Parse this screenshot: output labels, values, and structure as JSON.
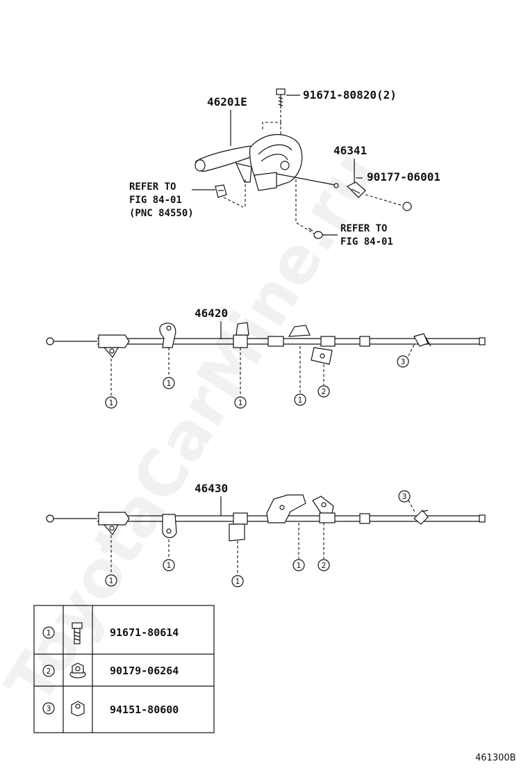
{
  "watermark": "ToyotaCarMine.ru",
  "upper_assembly": {
    "lever_part": "46201E",
    "bolt_part": "91671-80820(2)",
    "rod_part": "46341",
    "nut_part": "90177-06001",
    "refer_left": [
      "REFER TO",
      "FIG 84-01",
      "(PNC 84550)"
    ],
    "refer_right": [
      "REFER TO",
      "FIG 84-01"
    ]
  },
  "cable_1": {
    "part": "46420",
    "callouts": [
      "1",
      "1",
      "1",
      "1",
      "2",
      "3"
    ]
  },
  "cable_2": {
    "part": "46430",
    "callouts": [
      "1",
      "1",
      "1",
      "1",
      "2",
      "3"
    ]
  },
  "legend": {
    "rows": [
      {
        "key": "1",
        "icon": "bolt-icon",
        "part": "91671-80614"
      },
      {
        "key": "2",
        "icon": "flange-nut-icon",
        "part": "90179-06264"
      },
      {
        "key": "3",
        "icon": "hex-nut-icon",
        "part": "94151-80600"
      }
    ]
  },
  "diagram_code": "461300B"
}
